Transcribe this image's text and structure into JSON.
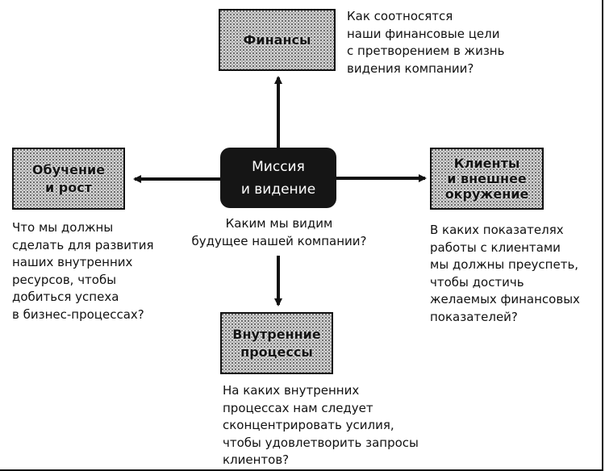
{
  "center": {
    "label": "Миссия\nи видение",
    "question": "Каким мы видим\nбудущее нашей компании?"
  },
  "perspectives": {
    "finance": {
      "label": "Финансы",
      "question": "Как соотносятся\nнаши финансовые цели\nс претворением в жизнь\nвидения компании?"
    },
    "learning": {
      "label": "Обучение\nи рост",
      "question": "Что мы должны\nсделать для развития\nнаших внутренних\nресурсов, чтобы\nдобиться успеха\nв бизнес-процессах?"
    },
    "customers": {
      "label": "Клиенты\nи внешнее\nокружение",
      "question": "В каких показателях\nработы с клиентами\nмы должны преуспеть,\nчтобы достичь\nжелаемых финансовых\nпоказателей?"
    },
    "processes": {
      "label": "Внутренние\nпроцессы",
      "question": "На каких внутренних\nпроцессах нам следует\nсконцентрировать усилия,\nчтобы удовлетворить запросы\nклиентов?"
    }
  },
  "colors": {
    "ink": "#111111",
    "center_fill": "#151515",
    "center_text": "#ffffff",
    "box_fill": "#d4d4d4"
  }
}
